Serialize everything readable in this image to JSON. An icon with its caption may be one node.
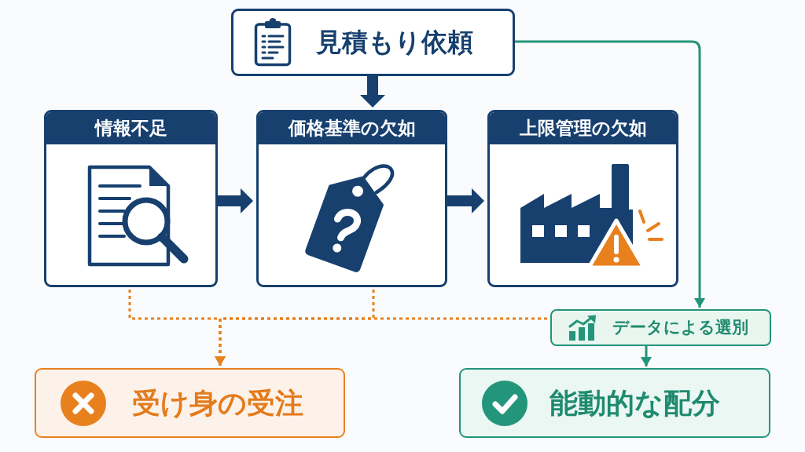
{
  "diagram": {
    "nodes": [
      {
        "text": [
          "見積もり依頼"
        ]
      },
      {
        "text": [
          "情報不足"
        ]
      },
      {
        "text": [
          "価格基準の欠如"
        ]
      },
      {
        "text": [
          "上限管理の欠如"
        ]
      },
      {
        "text": [
          "データによる選別"
        ]
      },
      {
        "text": [
          "受け身の受注"
        ]
      },
      {
        "text": [
          "能動的な配分"
        ]
      }
    ],
    "edges": [
      {
        "from": 0,
        "to": 2,
        "arrow": "to",
        "style": "thick"
      },
      {
        "from": 1,
        "to": 2,
        "arrow": "to",
        "style": "thick"
      },
      {
        "from": 2,
        "to": 3,
        "arrow": "to",
        "style": "thick"
      },
      {
        "from": 0,
        "to": 4,
        "arrow": "to",
        "color": "#23957a"
      },
      {
        "from": 4,
        "to": 6,
        "arrow": "to",
        "color": "#23957a"
      },
      {
        "from": 1,
        "to": 5,
        "arrow": "to",
        "style": "dashed",
        "color": "#e8801e"
      },
      {
        "from": 2,
        "to": 5,
        "arrow": "to",
        "style": "dashed",
        "color": "#e8801e"
      },
      {
        "from": 4,
        "to": 5,
        "arrow": "to",
        "style": "dashed",
        "color": "#e8801e"
      }
    ]
  }
}
